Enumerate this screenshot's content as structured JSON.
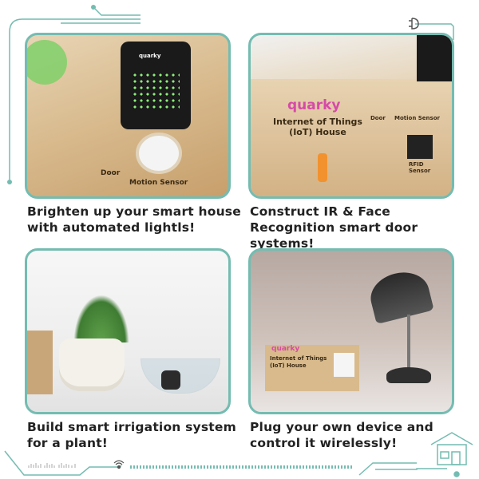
{
  "cards": [
    {
      "caption": "Brighten up your smart house with automated lightls!",
      "photo_labels": [
        "quarky",
        "Door",
        "Motion Sensor"
      ]
    },
    {
      "caption": "Construct IR & Face Recognition smart door systems!",
      "photo_labels": [
        "quarky",
        "Internet of Things (IoT) House",
        "Door",
        "Motion Sensor",
        "RFID Sensor"
      ]
    },
    {
      "caption": "Build smart irrigation system for a plant!",
      "photo_labels": []
    },
    {
      "caption": "Plug your own device and control it wirelessly!",
      "photo_labels": [
        "quarky",
        "Internet of Things (IoT) House"
      ]
    }
  ],
  "colors": {
    "accent": "#74bcb1",
    "text": "#222222"
  },
  "icons": [
    "plug-icon",
    "wifi-icon",
    "house-icon"
  ]
}
